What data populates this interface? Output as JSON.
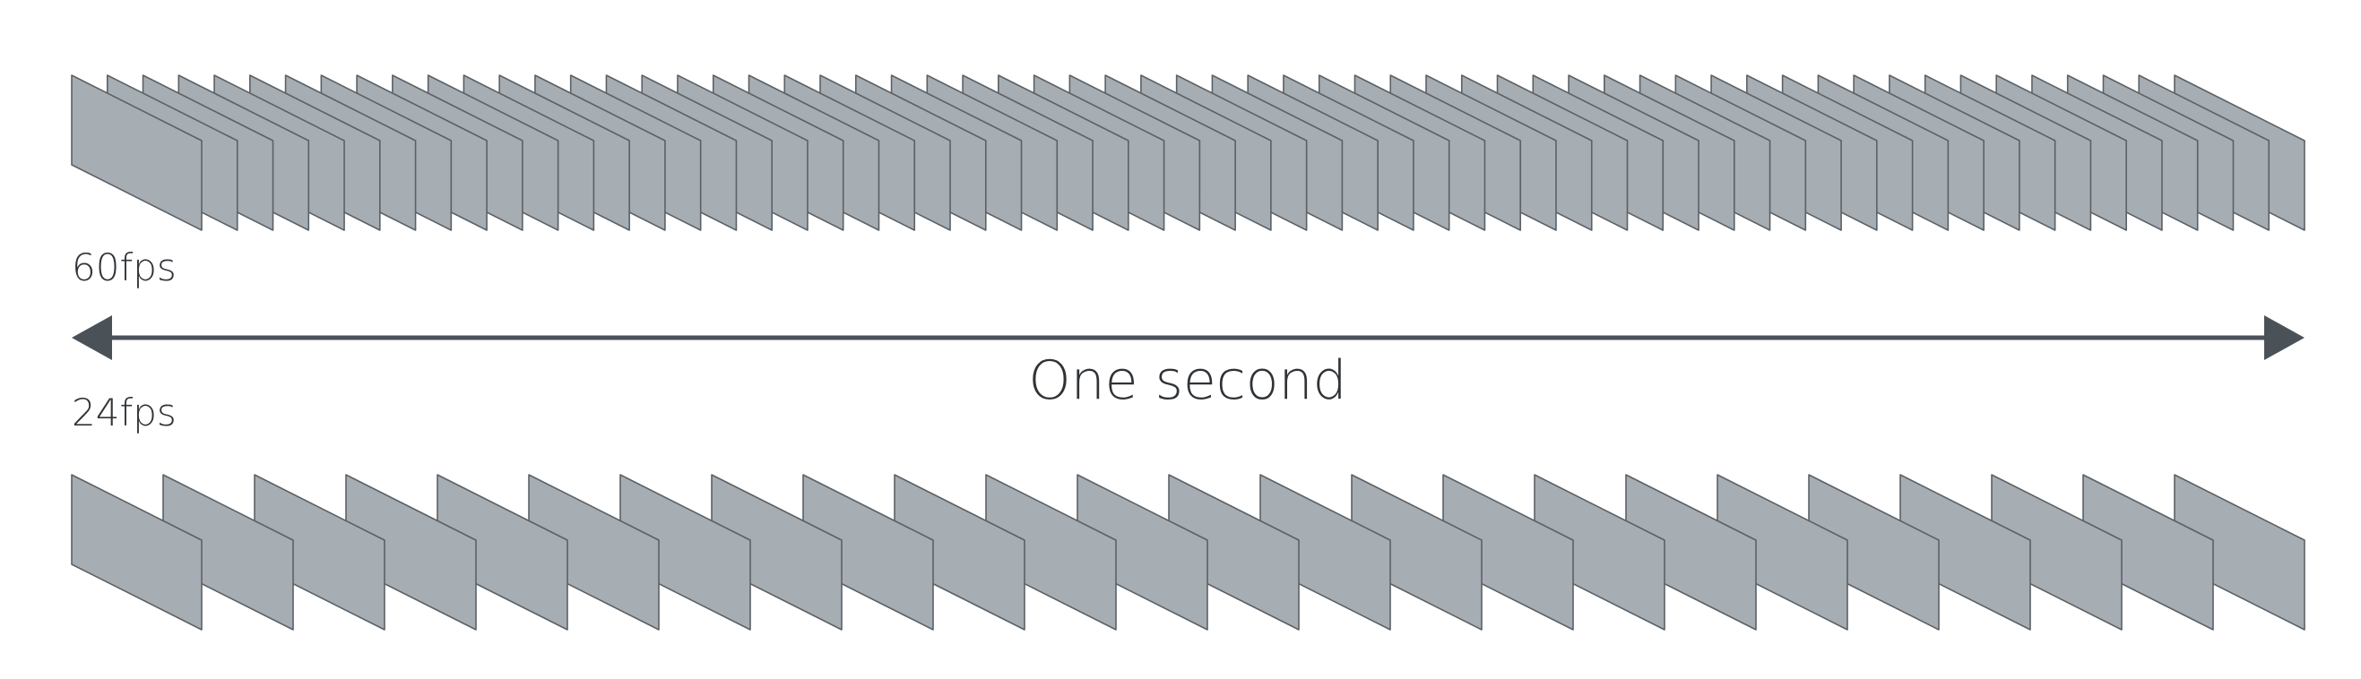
{
  "rows": [
    {
      "label": "60fps",
      "frame_count": 60
    },
    {
      "label": "24fps",
      "frame_count": 24
    }
  ],
  "duration_label": "One second",
  "colors": {
    "frame_fill": "#a6adb3",
    "frame_stroke": "#5b6166",
    "arrow": "#4a5157",
    "text": "#2f3337"
  }
}
